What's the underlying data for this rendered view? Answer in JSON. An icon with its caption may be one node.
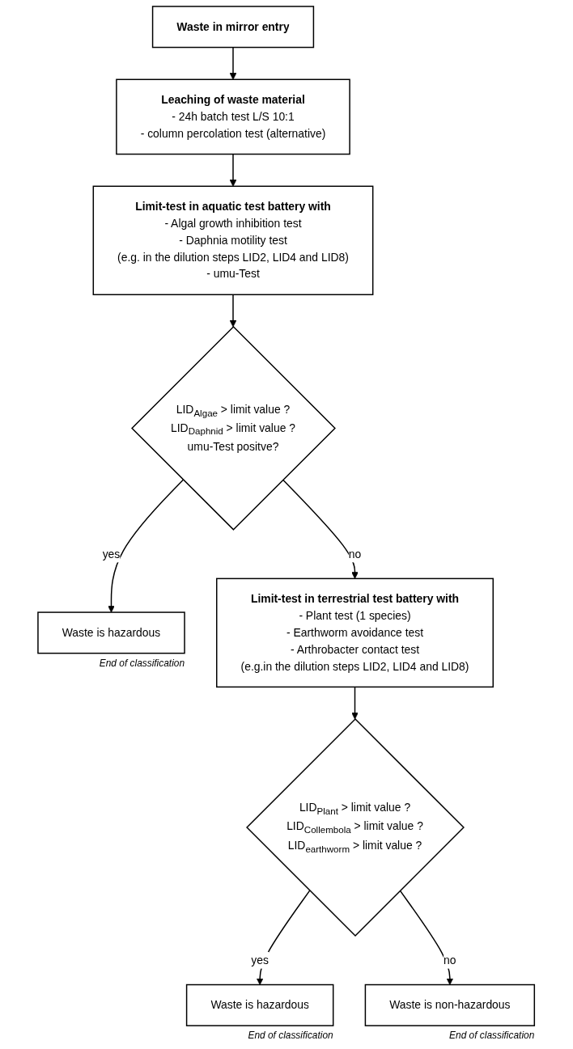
{
  "diagram": {
    "nodes": [
      {
        "text": [
          "Waste in mirror entry"
        ]
      },
      {
        "text": [
          "Leaching of waste material",
          "- 24h batch test L/S 10:1",
          "- column percolation test (alternative)"
        ]
      },
      {
        "text": [
          "Limit-test in aquatic test battery with",
          "- Algal growth inhibition test",
          "- Daphnia motility test",
          "(e.g. in the dilution steps LID2, LID4 and LID8)",
          "- umu-Test"
        ]
      },
      {
        "text": [
          "LID$_{Algae}$ > limit value ?",
          "LID$_{Daphnid}$ > limit value ?",
          "umu-Test positve?"
        ]
      },
      {
        "text": [
          "Waste is hazardous"
        ],
        "beside": [
          "End of classification"
        ]
      },
      {
        "text": [
          "Limit-test in terrestrial test battery with",
          "- Plant test (1 species)",
          "- Earthworm avoidance test",
          "- Arthrobacter contact test",
          "(e.g.in the dilution steps LID2, LID4 and LID8)"
        ]
      },
      {
        "text": [
          "LID$_{Plant}$ > limit value ?",
          "LID$_{Collembola}$ > limit value ?",
          "LID$_{earthworm}$ > limit value ?"
        ]
      },
      {
        "text": [
          "Waste is hazardous"
        ],
        "beside": [
          "End of classification"
        ]
      },
      {
        "text": [
          "Waste is non-hazardous"
        ],
        "beside": [
          "End of classification"
        ]
      }
    ],
    "edges": [
      {
        "from": 0,
        "to": 1,
        "arrow": "to"
      },
      {
        "from": 1,
        "to": 2,
        "arrow": "to"
      },
      {
        "from": 2,
        "to": 3,
        "arrow": "to"
      },
      {
        "from": 3,
        "to": 4,
        "label": "yes",
        "arrow": "to"
      },
      {
        "from": 3,
        "to": 5,
        "label": "no",
        "arrow": "to"
      },
      {
        "from": 5,
        "to": 6,
        "arrow": "to"
      },
      {
        "from": 6,
        "to": 7,
        "label": "yes",
        "arrow": "to"
      },
      {
        "from": 6,
        "to": 8,
        "label": "no",
        "arrow": "to"
      }
    ]
  }
}
